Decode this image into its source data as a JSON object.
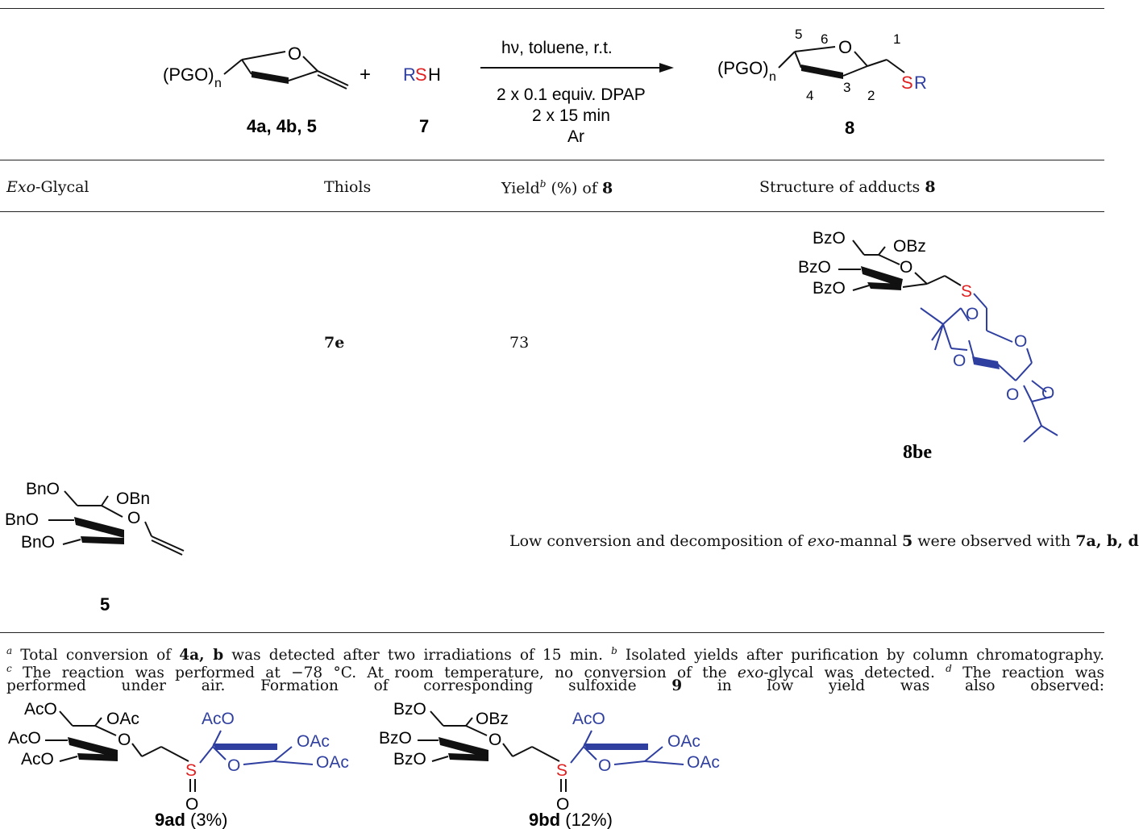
{
  "scheme": {
    "reactant1_label": "(PGO)",
    "reactant1_sub": "n",
    "reactant1_atom_o": "O",
    "reactant1_ids": "4a, 4b, 5",
    "plus": "+",
    "reagent_r": "R",
    "reagent_s": "S",
    "reagent_h": "H",
    "reagent_id": "7",
    "cond_top": "hν, toluene, r.t.",
    "cond_1": "2 x 0.1 equiv. DPAP",
    "cond_2": "2 x 15 min",
    "cond_3": "Ar",
    "product_label": "(PGO)",
    "product_sub": "n",
    "product_atom_o": "O",
    "product_numbers": [
      "5",
      "6",
      "1",
      "4",
      "3",
      "2"
    ],
    "product_s": "S",
    "product_r": "R",
    "product_id": "8"
  },
  "table": {
    "headers": {
      "col1_em": "Exo",
      "col1_rest": "-Glycal",
      "col2": "Thiols",
      "col3_pre": "Yield",
      "col3_sup": "b",
      "col3_mid": " (%) of ",
      "col3_bold": "8",
      "col4_pre": "Structure of adducts ",
      "col4_bold": "8"
    },
    "row1": {
      "thiol": "7e",
      "yield": "73",
      "structure_labels": [
        "BzO",
        "OBz",
        "BzO",
        "O",
        "BzO",
        "S",
        "O",
        "O",
        "O",
        "O",
        "O"
      ],
      "compound_id": "8be"
    },
    "row2": {
      "glycal_labels": [
        "BnO",
        "OBn",
        "BnO",
        "O",
        "BnO"
      ],
      "glycal_id": "5",
      "note_pre": "Low conversion and decomposition of ",
      "note_em": "exo",
      "note_mid": "-mannal ",
      "note_bold1": "5",
      "note_post": " were observed with ",
      "note_bold2": "7a, b, d"
    }
  },
  "footnotes": {
    "a_mark": "a",
    "a_text_pre": " Total conversion of ",
    "a_bold": "4a, b",
    "a_text_post": " was detected after two irradiations of 15 min.",
    "b_mark": "b",
    "b_text": " Isolated yields after purification by column chromatography.",
    "c_mark": "c",
    "c_text_pre": " The reaction was performed at −78 °C. At room temperature, no conversion of the ",
    "c_em": "exo",
    "c_text_post": "-glycal was detected.",
    "d_mark": "d",
    "d_text": " The reaction was",
    "line3_pre": "performed under air. Formation of corresponding sulfoxide ",
    "line3_bold": "9",
    "line3_post": " in low yield was also observed:"
  },
  "sulfoxides": {
    "left_labels": [
      "AcO",
      "OAc",
      "AcO",
      "O",
      "AcO",
      "AcO",
      "OAc",
      "OAc",
      "S",
      "O",
      "O"
    ],
    "left_id": "9ad",
    "left_yield": " (3%)",
    "right_labels": [
      "BzO",
      "OBz",
      "BzO",
      "O",
      "BzO",
      "AcO",
      "OAc",
      "OAc",
      "S",
      "O",
      "O"
    ],
    "right_id": "9bd",
    "right_yield": " (12%)"
  }
}
